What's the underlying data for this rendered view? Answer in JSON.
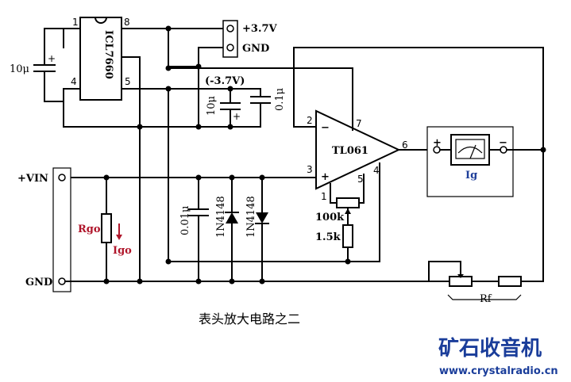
{
  "ic1": {
    "name": "ICL7660",
    "pin1": "1",
    "pin8": "8",
    "pin4": "4",
    "pin5": "5"
  },
  "c_10u_left": "10μ",
  "c_10u_left_plus": "+",
  "supply": {
    "plus": "+3.7V",
    "gnd": "GND",
    "neg": "(-3.7V)"
  },
  "c_10u_mid": "10μ",
  "c_10u_mid_plus": "+",
  "c_01u_top": "0.1μ",
  "opamp": {
    "name": "TL061",
    "pin2": "2",
    "pin3": "3",
    "pin4": "4",
    "pin5": "5",
    "pin6": "6",
    "pin7": "7",
    "pin1": "1",
    "inv": "−",
    "noninv": "+"
  },
  "input": {
    "vin": "+VIN",
    "gnd": "GND"
  },
  "rg": {
    "label": "Rgo",
    "current": "Igo"
  },
  "c_001u": "0.01μ",
  "diode1": "1N4148",
  "diode2": "1N4148",
  "pot_100k": "100k",
  "r_15k": "1.5k",
  "meter": {
    "label": "Ig",
    "plus": "+",
    "minus": "−"
  },
  "rf": "Rf",
  "caption": "表头放大电路之二",
  "watermark": {
    "title": "矿石收音机",
    "url": "www.crystalradio.cn"
  }
}
